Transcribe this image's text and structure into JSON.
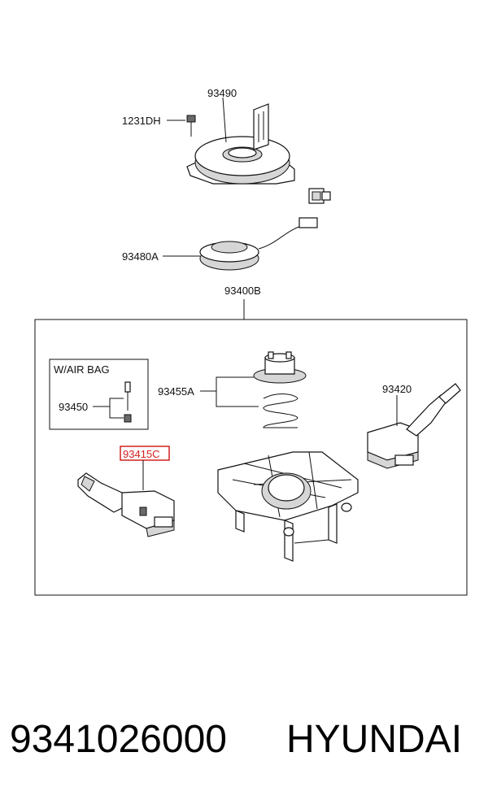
{
  "labels": {
    "clock_spring": "93490",
    "bolt": "1231DH",
    "cancel_cam": "93480A",
    "switch_assembly": "93400B",
    "air_bag_note": "W/AIR BAG",
    "air_bag_part": "93450",
    "spring_set": "93455A",
    "wiper_switch": "93420",
    "highlighted_part": "93415C"
  },
  "highlight_color": "#d42020",
  "footer": {
    "part_number": "9341026000",
    "brand": "HYUNDAI"
  }
}
